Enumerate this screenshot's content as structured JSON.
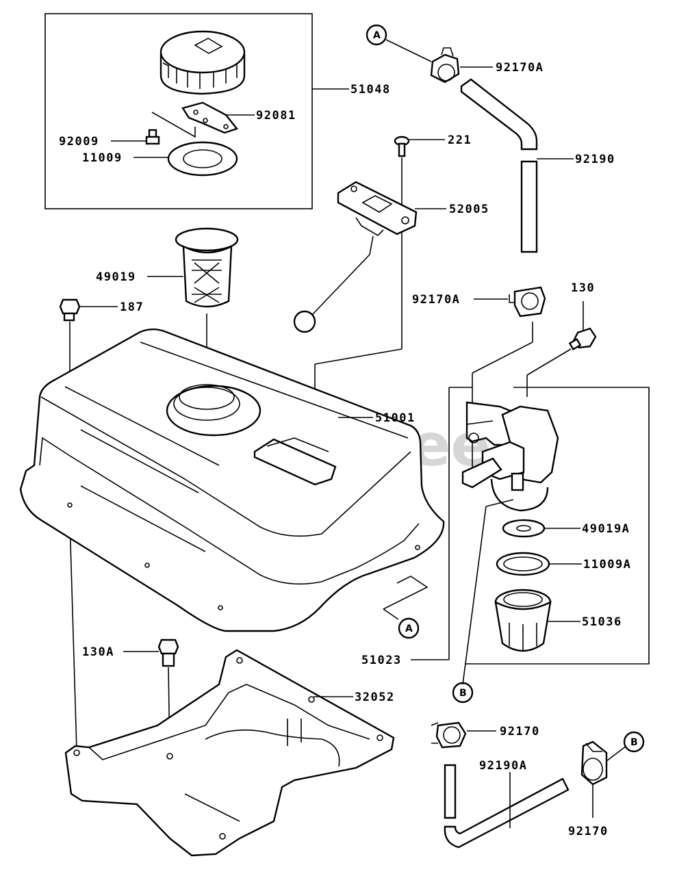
{
  "watermark": "PartsTree",
  "callouts": {
    "a": "A",
    "b": "B"
  },
  "labels": {
    "p51048": "51048",
    "p92081": "92081",
    "p92009": "92009",
    "p11009": "11009",
    "p221": "221",
    "p52005": "52005",
    "p49019": "49019",
    "p187": "187",
    "p51001": "51001",
    "p92170A_top": "92170A",
    "p92190": "92190",
    "p92170A_mid": "92170A",
    "p130": "130",
    "p49019A": "49019A",
    "p11009A": "11009A",
    "p51036": "51036",
    "p51023": "51023",
    "p130A": "130A",
    "p32052": "32052",
    "p92170_a": "92170",
    "p92190A": "92190A",
    "p92170_b": "92170"
  }
}
